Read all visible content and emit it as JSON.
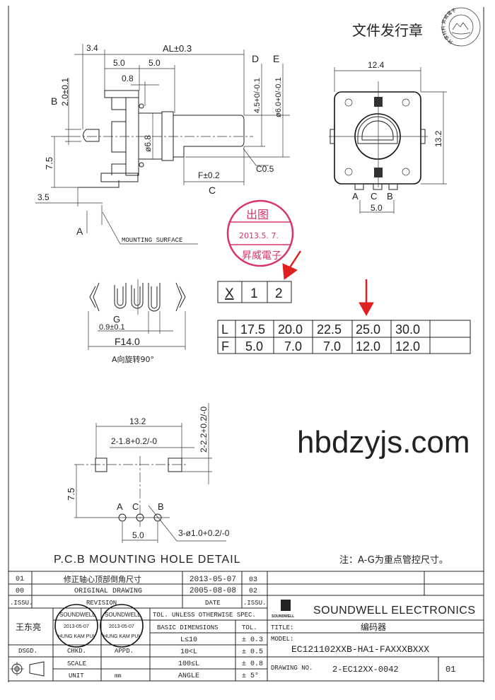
{
  "header": {
    "release_stamp_label": "文件发行章",
    "eco_stamp_text": "环保材料 昇威電子"
  },
  "side_view": {
    "dim_3_4": "3.4",
    "dim_al": "AL±0.3",
    "dim_5_0_a": "5.0",
    "dim_5_0_b": "5.0",
    "dim_0_8": "0.8",
    "label_b": "B",
    "dim_b": "2.0±0.1",
    "dim_d_label": "D",
    "dim_d": "4.5+0/-0.1",
    "dim_e_label": "E",
    "dim_e": "ø6.0+0/-0.1",
    "dim_6_8": "ø6.8",
    "dim_7_5": "7.5",
    "dim_f": "F±0.2",
    "label_c": "C",
    "chamfer": "C0.5",
    "dim_3_5": "3.5",
    "label_a": "A",
    "mounting_surface": "MOUNTING SURFACE"
  },
  "front_view": {
    "dim_width": "12.4",
    "dim_height": "13.2",
    "pins": [
      "A",
      "C",
      "B"
    ],
    "dim_pitch": "5.0"
  },
  "inspection_stamp": {
    "line1": "出图",
    "date": "2013.5.  7.",
    "company": "昇威電子"
  },
  "accent_color": "#e02020",
  "stamp_color": "#d8336a",
  "shaft_code": {
    "cells": [
      "X",
      "1",
      "2"
    ]
  },
  "lf_table": {
    "rows": [
      {
        "head": "L",
        "values": [
          "17.5",
          "20.0",
          "22.5",
          "25.0",
          "30.0",
          ""
        ]
      },
      {
        "head": "F",
        "values": [
          "5.0",
          "7.0",
          "7.0",
          "12.0",
          "12.0",
          ""
        ]
      }
    ],
    "highlighted_column": "25.0"
  },
  "terminal_view": {
    "label_g": "G",
    "dim_g": "0.9±0.1",
    "dim_f": "F14.0",
    "caption": "A向旋转90°"
  },
  "pcb_detail": {
    "dim_width": "13.2",
    "dim_slot": "2-1.8+0.2/-0",
    "dim_slot_h": "2-2.2+0.2/-0",
    "dim_7_5": "7.5",
    "pins": [
      "A",
      "C",
      "B"
    ],
    "dim_pitch": "5.0",
    "dim_hole": "3-ø1.0+0.2/-0",
    "title": "P.C.B MOUNTING HOLE DETAIL"
  },
  "note": "注：A-G为重点管控尺寸。",
  "title_block": {
    "revisions": [
      {
        "issue": "01",
        "desc": "修正轴心顶部倒角尺寸",
        "date": "2013-05-07",
        "issue2": "03"
      },
      {
        "issue": "00",
        "desc": "ORIGINAL  DRAWING",
        "date": "2005-08-08",
        "issue2": "02"
      }
    ],
    "hdr_issue": ".ISSU.",
    "hdr_revision": "REVISION",
    "hdr_date": "DATE",
    "hdr_issue2": ".ISSU.",
    "designer": "王东亮",
    "approval_stamp": {
      "top": "SOUNDWELL",
      "date": "2013-05-07",
      "bottom": "HUNG KAM PUI"
    },
    "dsgd": "DSGD.",
    "chkd": "CHKD.",
    "appd": "APPD.",
    "scale": "SCALE",
    "unit": "UNIT",
    "unit_value": "mm",
    "tol_header": "TOL. UNLESS OTHERWISE SPEC.",
    "basic_dim": "BASIC DIMENSIONS",
    "tol": "TOL.",
    "tol_rows": [
      {
        "range": "L≤10",
        "tol": "± 0.3"
      },
      {
        "range": "10<L",
        "tol": "± 0.5"
      },
      {
        "range": "100≤L",
        "tol": "± 0.8"
      },
      {
        "range": "ANGLE",
        "tol": "± 5°"
      }
    ],
    "company": "SOUNDWELL ELECTRONICS",
    "logo_text": "SOUNDWELL",
    "title_label": "TITLE:",
    "title_value": "编码器",
    "model_label": "MODEL:",
    "model_value": "EC121102XXB-HA1-FAXXXBXXX",
    "drawing_no_label": "DRAWING NO.",
    "drawing_no_value": "2-EC12XX-0042",
    "sheet": "01"
  },
  "watermark": "hbdzyjs.com"
}
